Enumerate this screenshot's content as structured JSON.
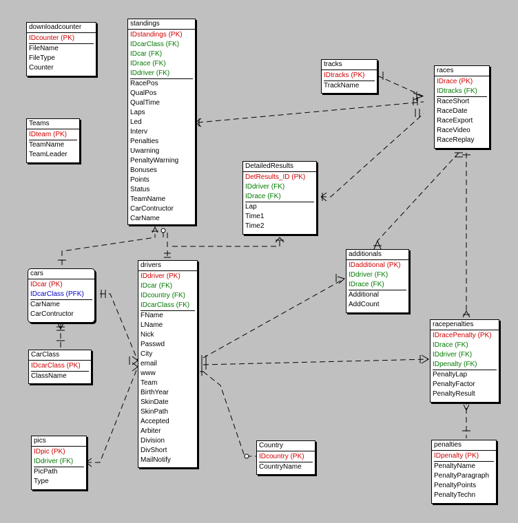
{
  "entities": {
    "downloadcounter": {
      "name": "downloadcounter",
      "attrs": [
        {
          "t": "IDcounter (PK)",
          "k": "pk"
        },
        {
          "t": "FileName",
          "k": "plain"
        },
        {
          "t": "FileType",
          "k": "plain"
        },
        {
          "t": "Counter",
          "k": "plain"
        }
      ]
    },
    "teams": {
      "name": "Teams",
      "attrs": [
        {
          "t": "IDteam (PK)",
          "k": "pk"
        },
        {
          "t": "TeamName",
          "k": "plain"
        },
        {
          "t": "TeamLeader",
          "k": "plain"
        }
      ]
    },
    "standings": {
      "name": "standings",
      "attrs": [
        {
          "t": "IDstandings (PK)",
          "k": "pk"
        },
        {
          "t": "IDcarClass (FK)",
          "k": "fk"
        },
        {
          "t": "IDcar (FK)",
          "k": "fk"
        },
        {
          "t": "IDrace (FK)",
          "k": "fk"
        },
        {
          "t": "IDdriver (FK)",
          "k": "fk"
        },
        {
          "t": "RacePos",
          "k": "plain"
        },
        {
          "t": "QualPos",
          "k": "plain"
        },
        {
          "t": "QualTime",
          "k": "plain"
        },
        {
          "t": "Laps",
          "k": "plain"
        },
        {
          "t": "Led",
          "k": "plain"
        },
        {
          "t": "Interv",
          "k": "plain"
        },
        {
          "t": "Penalties",
          "k": "plain"
        },
        {
          "t": "Uwarning",
          "k": "plain"
        },
        {
          "t": "PenaltyWarning",
          "k": "plain"
        },
        {
          "t": "Bonuses",
          "k": "plain"
        },
        {
          "t": "Points",
          "k": "plain"
        },
        {
          "t": "Status",
          "k": "plain"
        },
        {
          "t": "TeamName",
          "k": "plain"
        },
        {
          "t": "CarContructor",
          "k": "plain"
        },
        {
          "t": "CarName",
          "k": "plain"
        }
      ]
    },
    "tracks": {
      "name": "tracks",
      "attrs": [
        {
          "t": "IDtracks (PK)",
          "k": "pk"
        },
        {
          "t": "TrackName",
          "k": "plain"
        }
      ]
    },
    "races": {
      "name": "races",
      "attrs": [
        {
          "t": "IDrace (PK)",
          "k": "pk"
        },
        {
          "t": "IDtracks (FK)",
          "k": "fk"
        },
        {
          "t": "RaceShort",
          "k": "plain"
        },
        {
          "t": "RaceDate",
          "k": "plain"
        },
        {
          "t": "RaceExport",
          "k": "plain"
        },
        {
          "t": "RaceVideo",
          "k": "plain"
        },
        {
          "t": "RaceReplay",
          "k": "plain"
        }
      ]
    },
    "detailedresults": {
      "name": "DetailedResults",
      "attrs": [
        {
          "t": "DetResults_ID (PK)",
          "k": "pk"
        },
        {
          "t": "IDdriver (FK)",
          "k": "fk"
        },
        {
          "t": "IDrace (FK)",
          "k": "fk"
        },
        {
          "t": "Lap",
          "k": "plain"
        },
        {
          "t": "Time1",
          "k": "plain"
        },
        {
          "t": "Time2",
          "k": "plain"
        }
      ]
    },
    "cars": {
      "name": "cars",
      "attrs": [
        {
          "t": "IDcar (PK)",
          "k": "pk"
        },
        {
          "t": "IDcarClass (PFK)",
          "k": "pfk"
        },
        {
          "t": "CarName",
          "k": "plain"
        },
        {
          "t": "CarContructor",
          "k": "plain"
        }
      ]
    },
    "drivers": {
      "name": "drivers",
      "attrs": [
        {
          "t": "IDdriver (PK)",
          "k": "pk"
        },
        {
          "t": "IDcar (FK)",
          "k": "fk"
        },
        {
          "t": "IDcountry (FK)",
          "k": "fk"
        },
        {
          "t": "IDcarClass (FK)",
          "k": "fk"
        },
        {
          "t": "FName",
          "k": "plain"
        },
        {
          "t": "LName",
          "k": "plain"
        },
        {
          "t": "Nick",
          "k": "plain"
        },
        {
          "t": "Passwd",
          "k": "plain"
        },
        {
          "t": "City",
          "k": "plain"
        },
        {
          "t": "email",
          "k": "plain"
        },
        {
          "t": "www",
          "k": "plain"
        },
        {
          "t": "Team",
          "k": "plain"
        },
        {
          "t": "BirthYear",
          "k": "plain"
        },
        {
          "t": "SkinDate",
          "k": "plain"
        },
        {
          "t": "SkinPath",
          "k": "plain"
        },
        {
          "t": "Accepted",
          "k": "plain"
        },
        {
          "t": "Arbiter",
          "k": "plain"
        },
        {
          "t": "Division",
          "k": "plain"
        },
        {
          "t": "DivShort",
          "k": "plain"
        },
        {
          "t": "MailNotify",
          "k": "plain"
        }
      ]
    },
    "additionals": {
      "name": "additionals",
      "attrs": [
        {
          "t": "IDadditional (PK)",
          "k": "pk"
        },
        {
          "t": "IDdriver (FK)",
          "k": "fk"
        },
        {
          "t": "IDrace (FK)",
          "k": "fk"
        },
        {
          "t": "Additional",
          "k": "plain"
        },
        {
          "t": "AddCount",
          "k": "plain"
        }
      ]
    },
    "carclass": {
      "name": "CarClass",
      "attrs": [
        {
          "t": "IDcarClass (PK)",
          "k": "pk"
        },
        {
          "t": "ClassName",
          "k": "plain"
        }
      ]
    },
    "racepenalties": {
      "name": "racepenalties",
      "attrs": [
        {
          "t": "IDracePenalty (PK)",
          "k": "pk"
        },
        {
          "t": "IDrace (FK)",
          "k": "fk"
        },
        {
          "t": "IDdriver (FK)",
          "k": "fk"
        },
        {
          "t": "IDpenalty (FK)",
          "k": "fk"
        },
        {
          "t": "PenaltyLap",
          "k": "plain"
        },
        {
          "t": "PenaltyFactor",
          "k": "plain"
        },
        {
          "t": "PenaltyResult",
          "k": "plain"
        }
      ]
    },
    "pics": {
      "name": "pics",
      "attrs": [
        {
          "t": "IDpic (PK)",
          "k": "pk"
        },
        {
          "t": "IDdriver (FK)",
          "k": "fk"
        },
        {
          "t": "PicPath",
          "k": "plain"
        },
        {
          "t": "Type",
          "k": "plain"
        }
      ]
    },
    "country": {
      "name": "Country",
      "attrs": [
        {
          "t": "IDcountry (PK)",
          "k": "pk"
        },
        {
          "t": "CountryName",
          "k": "plain"
        }
      ]
    },
    "penalties": {
      "name": "penalties",
      "attrs": [
        {
          "t": "IDpenalty (PK)",
          "k": "pk"
        },
        {
          "t": "PenaltyName",
          "k": "plain"
        },
        {
          "t": "PenaltyParagraph",
          "k": "plain"
        },
        {
          "t": "PenaltyPoints",
          "k": "plain"
        },
        {
          "t": "PenaltyTechn",
          "k": "plain"
        }
      ]
    }
  }
}
